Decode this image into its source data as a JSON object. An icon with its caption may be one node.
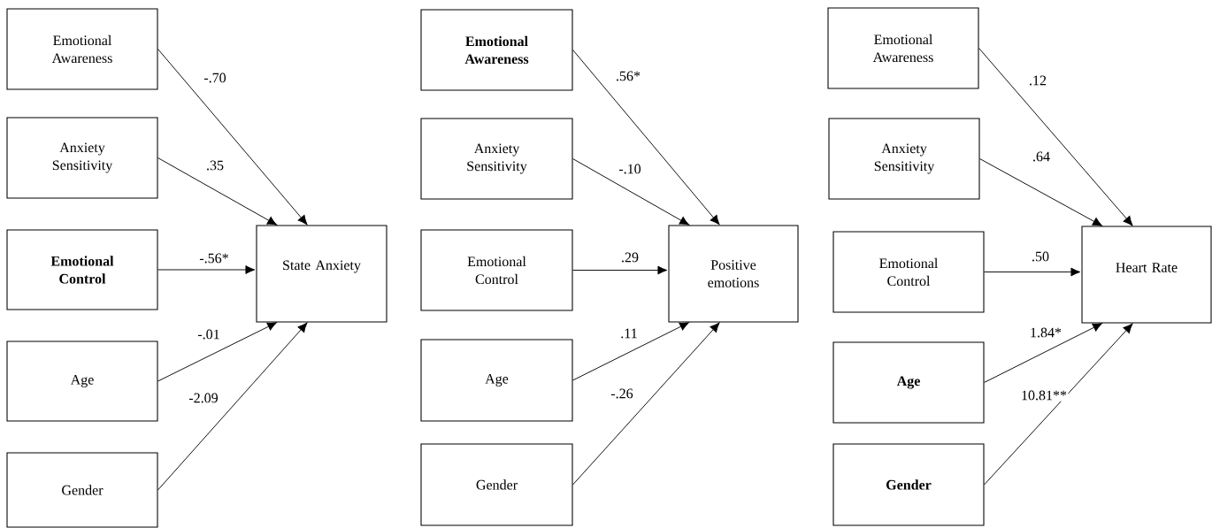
{
  "diagram": {
    "nodes": [
      {
        "text": [
          "Emotional Awareness"
        ]
      },
      {
        "text": [
          "Anxiety Sensitivity"
        ]
      },
      {
        "text": [
          "Emotional Control"
        ]
      },
      {
        "text": [
          "Age"
        ]
      },
      {
        "text": [
          "Gender"
        ]
      },
      {
        "text": [
          "State Anxiety"
        ]
      },
      {
        "text": [
          "Emotional Awareness"
        ]
      },
      {
        "text": [
          "Anxiety Sensitivity"
        ]
      },
      {
        "text": [
          "Emotional Control"
        ]
      },
      {
        "text": [
          "Age"
        ]
      },
      {
        "text": [
          "Gender"
        ]
      },
      {
        "text": [
          "Positive emotions"
        ]
      },
      {
        "text": [
          "Emotional Awareness"
        ]
      },
      {
        "text": [
          "Anxiety Sensitivity"
        ]
      },
      {
        "text": [
          "Emotional Control"
        ]
      },
      {
        "text": [
          "Age"
        ]
      },
      {
        "text": [
          "Gender"
        ]
      },
      {
        "text": [
          "Heart Rate"
        ]
      }
    ],
    "edges": [
      {
        "from": 0,
        "to": 5,
        "arrow": "to",
        "label": "-.70"
      },
      {
        "from": 1,
        "to": 5,
        "arrow": "to",
        "label": ".35"
      },
      {
        "from": 2,
        "to": 5,
        "arrow": "to",
        "label": "-.56*"
      },
      {
        "from": 3,
        "to": 5,
        "arrow": "to",
        "label": "-.01"
      },
      {
        "from": 4,
        "to": 5,
        "arrow": "to",
        "label": "-2.09"
      },
      {
        "from": 6,
        "to": 11,
        "arrow": "to",
        "label": ".56*"
      },
      {
        "from": 7,
        "to": 11,
        "arrow": "to",
        "label": "-.10"
      },
      {
        "from": 8,
        "to": 11,
        "arrow": "to",
        "label": ".29"
      },
      {
        "from": 9,
        "to": 11,
        "arrow": "to",
        "label": ".11"
      },
      {
        "from": 10,
        "to": 11,
        "arrow": "to",
        "label": "-.26"
      },
      {
        "from": 12,
        "to": 17,
        "arrow": "to",
        "label": ".12"
      },
      {
        "from": 13,
        "to": 17,
        "arrow": "to",
        "label": ".64"
      },
      {
        "from": 14,
        "to": 17,
        "arrow": "to",
        "label": ".50"
      },
      {
        "from": 15,
        "to": 17,
        "arrow": "to",
        "label": "1.84*"
      },
      {
        "from": 16,
        "to": 17,
        "arrow": "to",
        "label": "10.81**"
      }
    ]
  }
}
